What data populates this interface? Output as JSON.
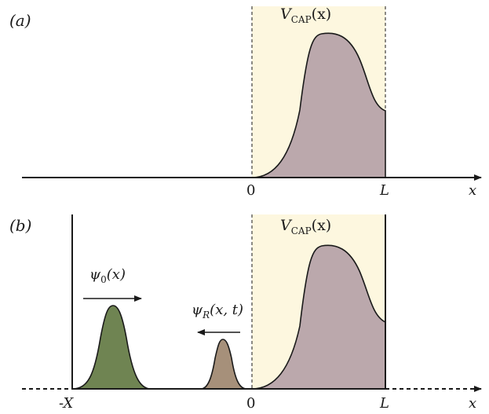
{
  "panel_a": {
    "label": "(a)",
    "potential_label": {
      "main": "V",
      "sub": "CAP",
      "arg": "(x)"
    },
    "tick_zero": "0",
    "tick_L": "L",
    "axis_x": "x"
  },
  "panel_b": {
    "label": "(b)",
    "potential_label": {
      "main": "V",
      "sub": "CAP",
      "arg": "(x)"
    },
    "psi0_label": {
      "main": "ψ",
      "sub": "0",
      "arg": "(x)"
    },
    "psiR_label": {
      "main": "ψ",
      "sub": "R",
      "arg": "(x, t)"
    },
    "tick_minusX": "-X",
    "tick_zero": "0",
    "tick_L": "L",
    "axis_x": "x"
  },
  "colors": {
    "cap_region": "#fdf7df",
    "potential_fill": "#bba8ac",
    "psi0_fill": "#6f8452",
    "psiR_fill": "#a6907a",
    "line": "#1a1a1a"
  }
}
